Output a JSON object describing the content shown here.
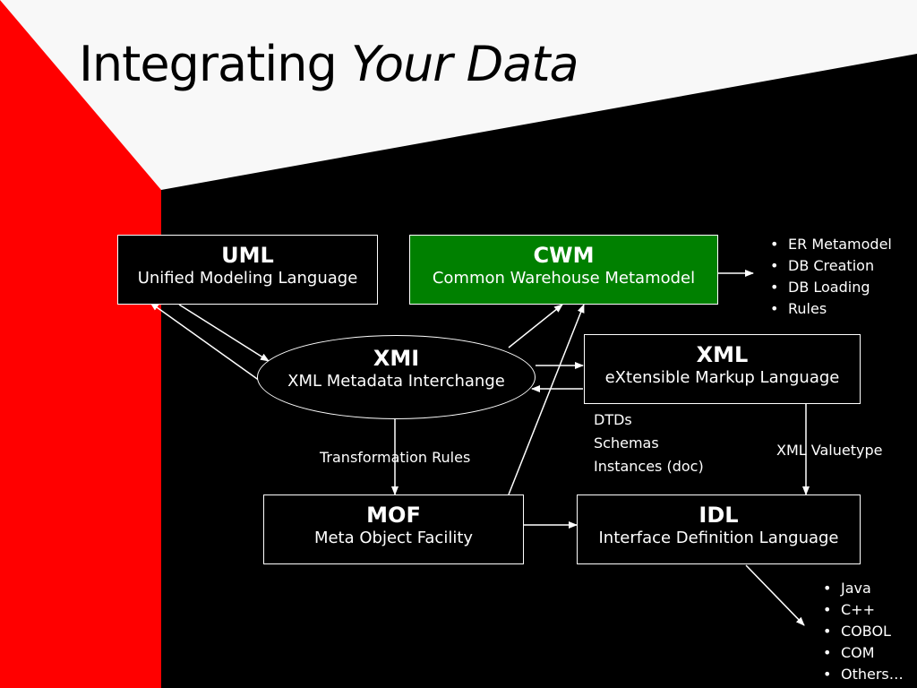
{
  "slide": {
    "title_plain": "Integrating",
    "title_italic": "Your Data"
  },
  "colors": {
    "red_band": "#ff0000",
    "light_band": "#f8f8f8",
    "background": "#000000",
    "cwm_fill": "#008000"
  },
  "nodes": {
    "uml": {
      "abbr": "UML",
      "full": "Unified Modeling Language"
    },
    "cwm": {
      "abbr": "CWM",
      "full": "Common Warehouse Metamodel"
    },
    "xmi": {
      "abbr": "XMI",
      "full": "XML Metadata Interchange"
    },
    "xml": {
      "abbr": "XML",
      "full": "eXtensible Markup Language"
    },
    "mof": {
      "abbr": "MOF",
      "full": "Meta Object Facility"
    },
    "idl": {
      "abbr": "IDL",
      "full": "Interface Definition Language"
    }
  },
  "labels": {
    "transformation_rules": "Transformation Rules",
    "xml_valuetype": "XML Valuetype"
  },
  "xml_items": [
    "DTDs",
    "Schemas",
    "Instances (doc)"
  ],
  "cwm_bullets": [
    "ER Metamodel",
    "DB Creation",
    "DB Loading",
    "Rules"
  ],
  "idl_bullets": [
    "Java",
    "C++",
    "COBOL",
    "COM",
    "Others…"
  ]
}
